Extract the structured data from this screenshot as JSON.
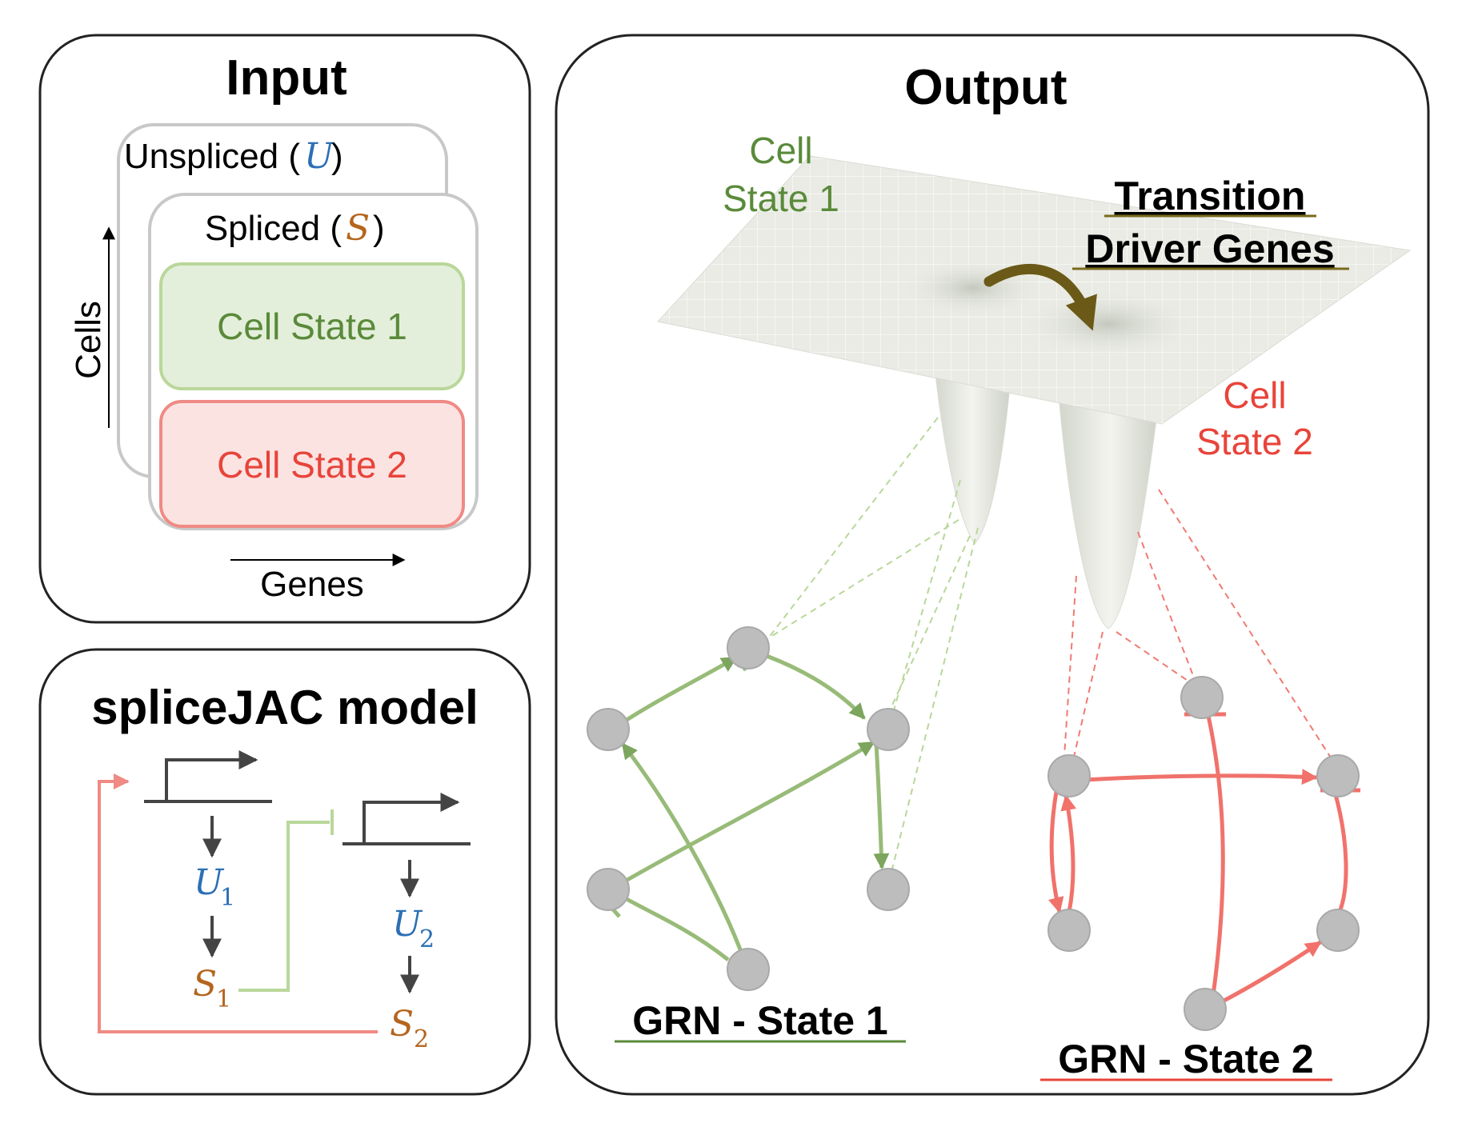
{
  "input": {
    "title": "Input",
    "unspliced_label": "Unspliced (",
    "unspliced_symbol": "U",
    "unspliced_close": ")",
    "spliced_label": "Spliced (",
    "spliced_symbol": "S",
    "spliced_close": ")",
    "state1": "Cell State 1",
    "state2": "Cell State 2",
    "cells_axis": "Cells",
    "genes_axis": "Genes"
  },
  "model": {
    "title": "spliceJAC model",
    "u1": "U",
    "u1_sub": "1",
    "s1": "S",
    "s1_sub": "1",
    "u2": "U",
    "u2_sub": "2",
    "s2": "S",
    "s2_sub": "2"
  },
  "output": {
    "title": "Output",
    "cell_state1_line1": "Cell",
    "cell_state1_line2": "State 1",
    "cell_state2_line1": "Cell",
    "cell_state2_line2": "State 2",
    "transition_line1": "Transition",
    "transition_line2": "Driver Genes",
    "grn1": "GRN - State 1",
    "grn2": "GRN - State 2"
  },
  "colors": {
    "green": "#5a8a3a",
    "green_light": "#8db46a",
    "red": "#e8443a",
    "red_light": "#f07a72",
    "blue": "#2d6fb5",
    "orange": "#b5651d",
    "olive": "#7a6a1e",
    "dark_red": "#b0201e",
    "node": "#bdbdbd"
  }
}
